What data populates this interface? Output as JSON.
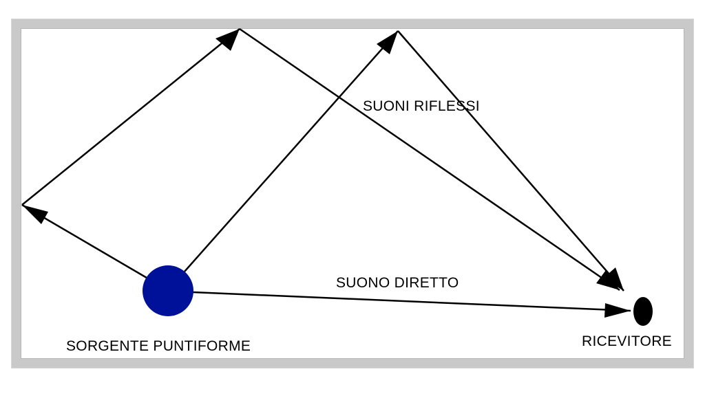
{
  "diagram": {
    "labels": {
      "source": "SORGENTE PUNTIFORME",
      "receiver": "RICEVITORE",
      "direct": "SUONO DIRETTO",
      "reflected": "SUONI RIFLESSI"
    },
    "colors": {
      "source_fill": "#001199",
      "receiver_fill": "#000000",
      "line": "#000000",
      "frame": "#c9c9c9"
    }
  }
}
